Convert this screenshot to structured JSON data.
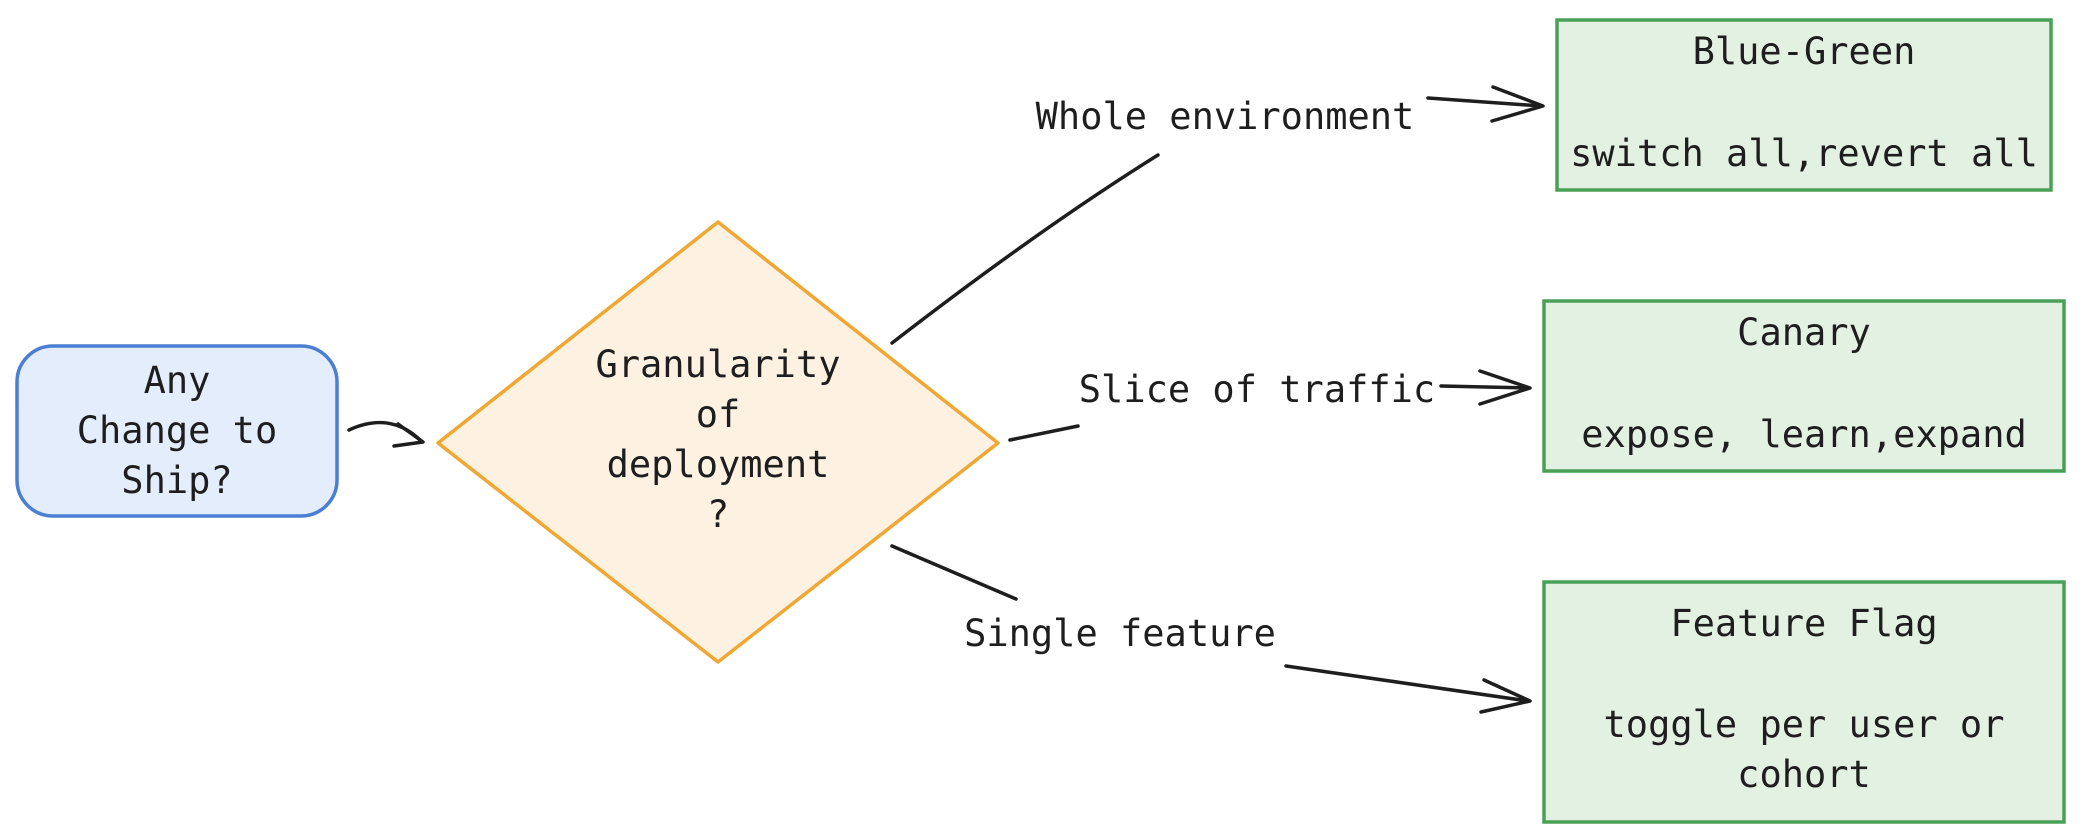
{
  "diagram": {
    "start": {
      "lines": [
        "Any",
        "Change to",
        "Ship?"
      ],
      "fill": "#e4edfb",
      "stroke": "#4a7fd4"
    },
    "decision": {
      "lines": [
        "Granularity",
        "of",
        "deployment",
        "?"
      ],
      "fill": "#fdf1e1",
      "stroke": "#f0a733"
    },
    "outcomes": [
      {
        "key": "blue-green",
        "title": "Blue-Green",
        "detail_lines": [
          "switch all,revert all"
        ],
        "edge_label": "Whole environment"
      },
      {
        "key": "canary",
        "title": "Canary",
        "detail_lines": [
          "expose, learn,expand"
        ],
        "edge_label": "Slice of traffic"
      },
      {
        "key": "feature-flag",
        "title": "Feature Flag",
        "detail_lines": [
          "toggle per user or",
          "cohort"
        ],
        "edge_label": "Single feature"
      }
    ],
    "outcome_fill": "#e3f1e3",
    "outcome_stroke": "#4aa057"
  }
}
